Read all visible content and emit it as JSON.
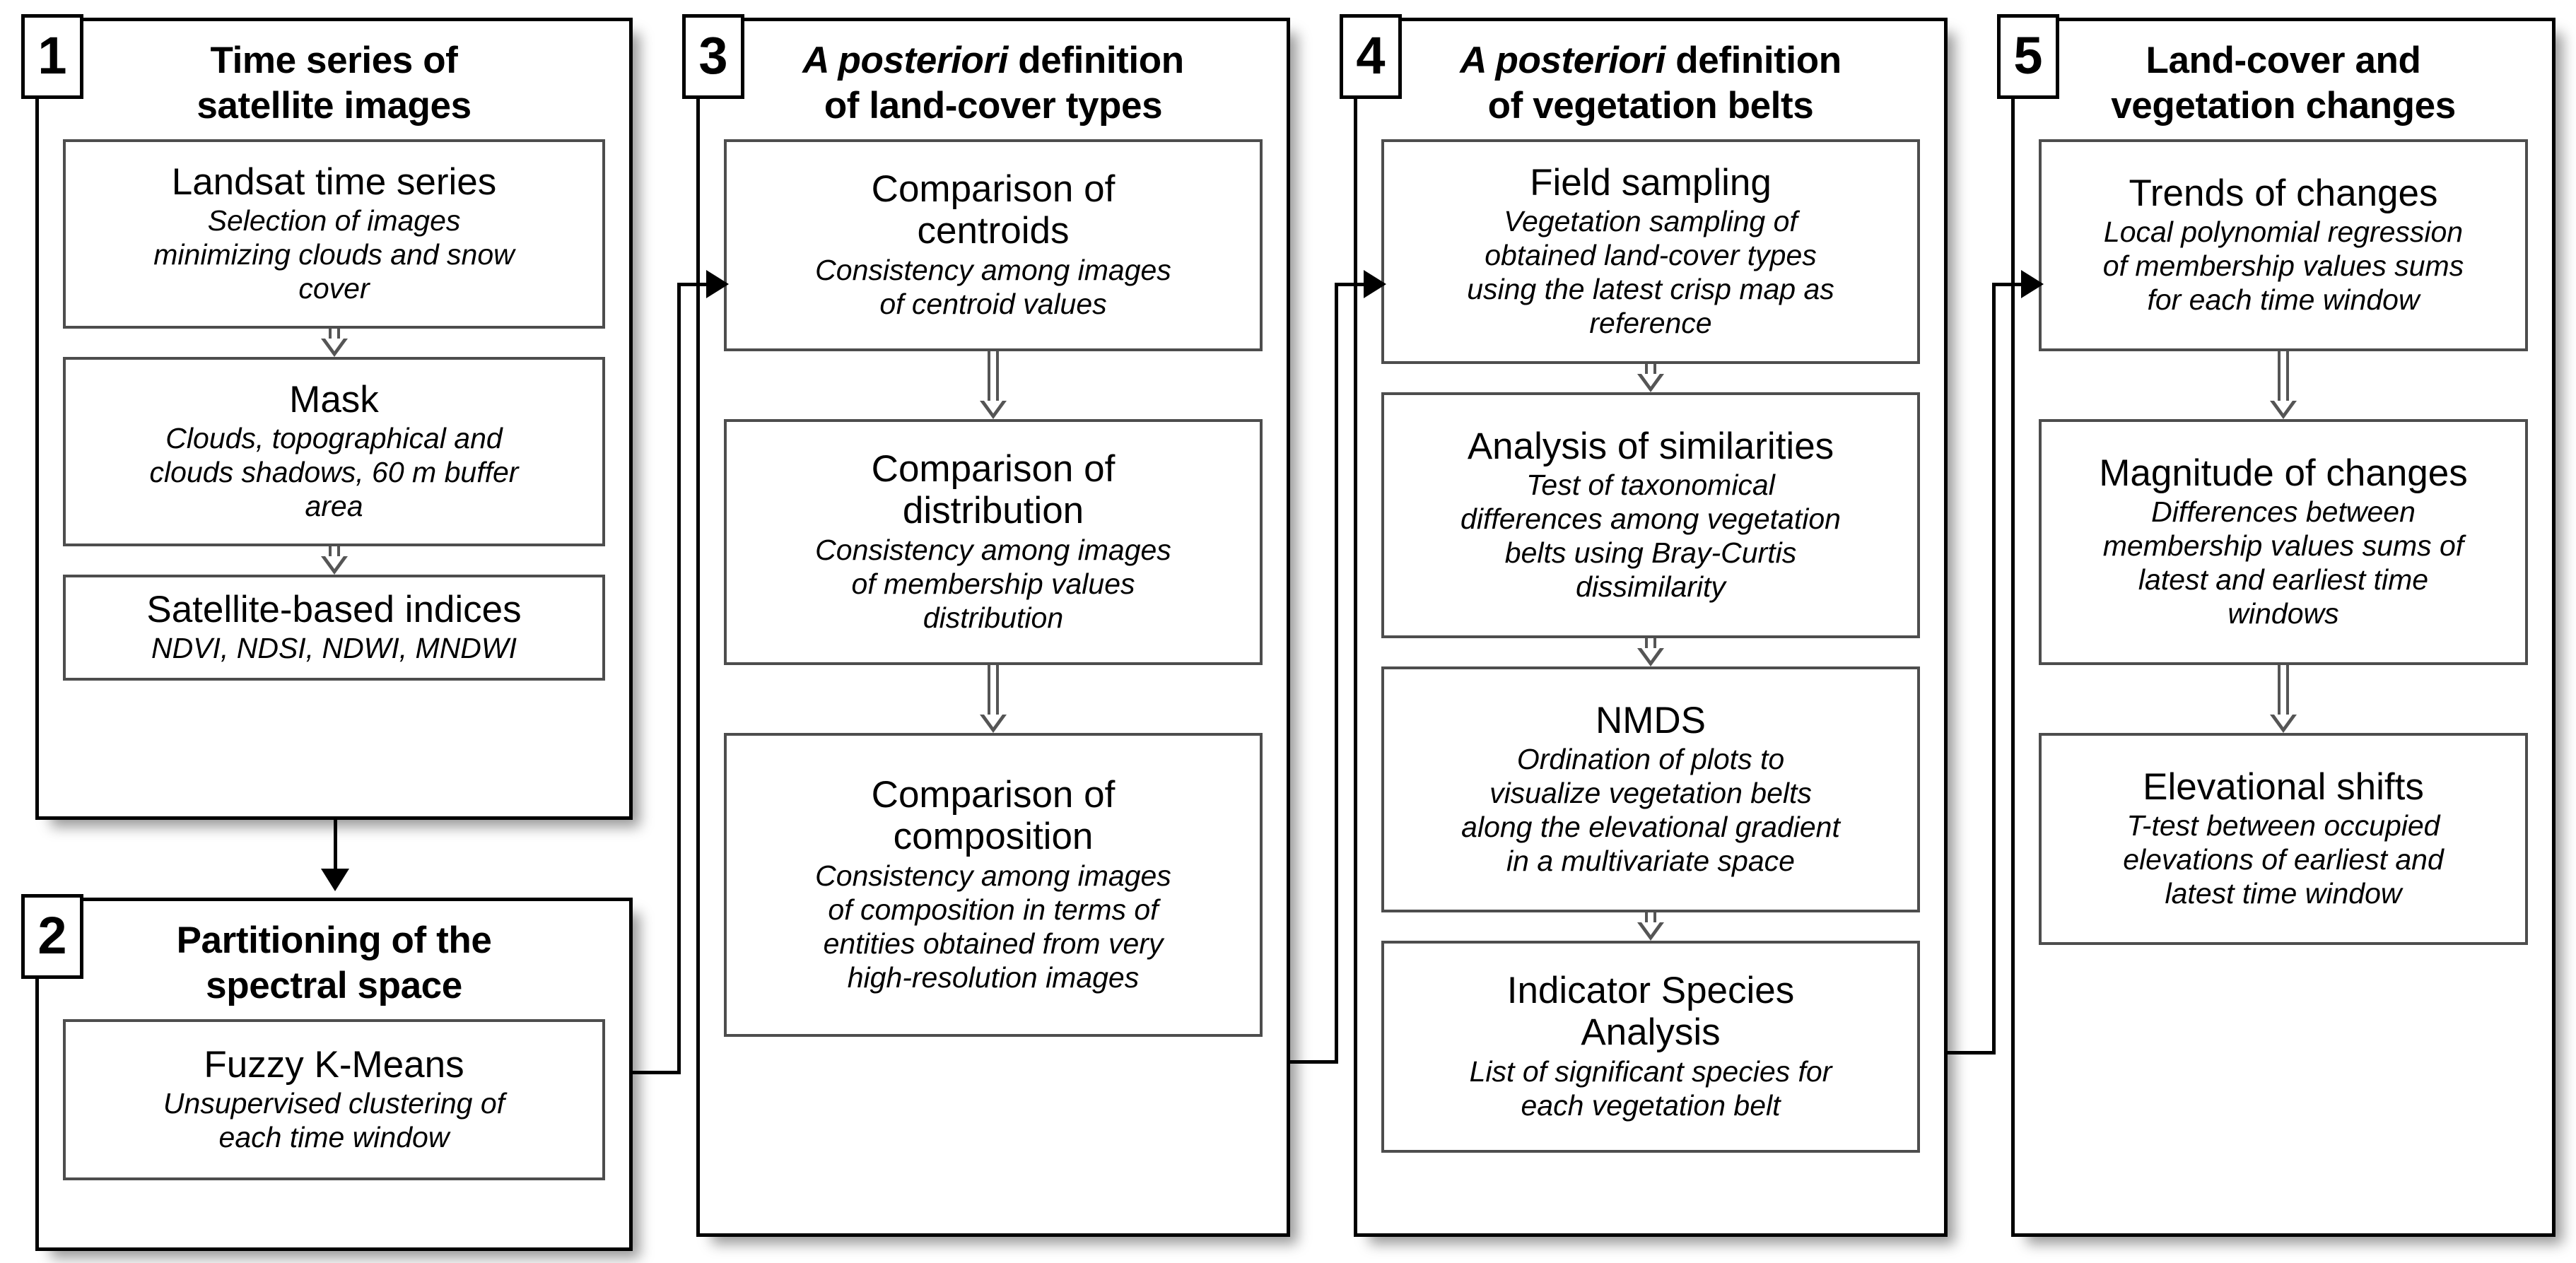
{
  "figure": {
    "type": "flowchart",
    "orientation": "left-to-right, five numbered stages",
    "background_color": "#ffffff",
    "line_color": "#000000",
    "box_border_color": "#4d4d4d"
  },
  "panels": [
    {
      "number": "1",
      "title_line1": "Time series of",
      "title_line2": "satellite  images",
      "boxes": [
        {
          "title": "Landsat time series",
          "subtitle": "Selection of images\nminimizing clouds and snow\ncover"
        },
        {
          "title": "Mask",
          "subtitle": "Clouds, topographical and\nclouds shadows, 60 m buffer\narea"
        },
        {
          "title": "Satellite-based indices",
          "subtitle": "NDVI, NDSI, NDWI, MNDWI"
        }
      ]
    },
    {
      "number": "2",
      "title_line1": "Partitioning  of the",
      "title_line2": "spectral space",
      "boxes": [
        {
          "title": "Fuzzy K-Means",
          "subtitle": "Unsupervised clustering of\neach time window"
        }
      ]
    },
    {
      "number": "3",
      "title_italic": "A posteriori",
      "title_rest": " definition",
      "title_line2": "of land-cover types",
      "boxes": [
        {
          "title": "Comparison of\ncentroids",
          "subtitle": "Consistency among images\nof centroid values"
        },
        {
          "title": "Comparison of\ndistribution",
          "subtitle": "Consistency among images\nof membership values\ndistribution"
        },
        {
          "title": "Comparison of\ncomposition",
          "subtitle": "Consistency among images\nof composition in terms of\nentities obtained from very\nhigh-resolution images"
        }
      ]
    },
    {
      "number": "4",
      "title_italic": "A posteriori",
      "title_rest": " definition",
      "title_line2": "of vegetation belts",
      "boxes": [
        {
          "title": "Field sampling",
          "subtitle": "Vegetation sampling of\nobtained land-cover types\nusing the latest crisp map as\nreference"
        },
        {
          "title": "Analysis of similarities",
          "subtitle": "Test of taxonomical\ndifferences among vegetation\nbelts using Bray-Curtis\ndissimilarity"
        },
        {
          "title": "NMDS",
          "subtitle": "Ordination of plots to\nvisualize vegetation belts\nalong the elevational gradient\nin a multivariate space"
        },
        {
          "title": "Indicator Species\nAnalysis",
          "subtitle": "List of significant species for\neach vegetation belt"
        }
      ]
    },
    {
      "number": "5",
      "title_line1": "Land-cover and",
      "title_line2": "vegetation changes",
      "boxes": [
        {
          "title": "Trends of changes",
          "subtitle": "Local polynomial regression\nof membership values sums\nfor each time window"
        },
        {
          "title": "Magnitude of changes",
          "subtitle": "Differences between\nmembership values sums of\nlatest and earliest time\nwindows"
        },
        {
          "title": "Elevational shifts",
          "subtitle": "T-test between occupied\nelevations of earliest and\nlatest time window"
        }
      ]
    }
  ]
}
